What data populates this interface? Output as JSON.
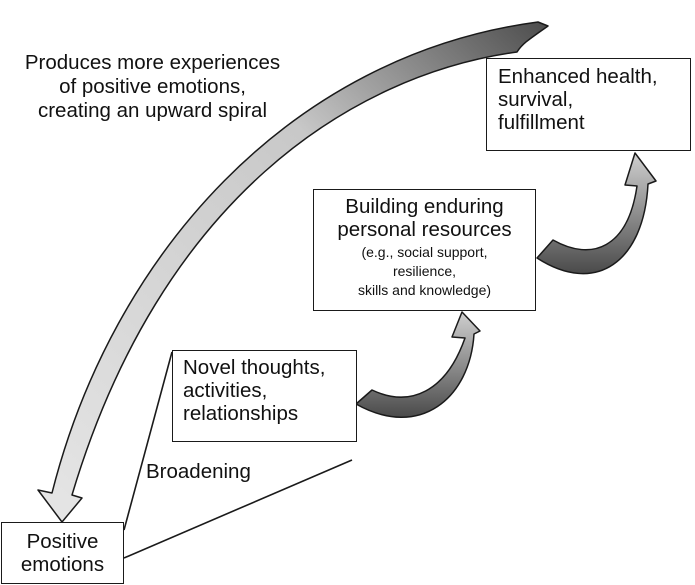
{
  "spiral_caption": {
    "line1": "Produces more experiences",
    "line2": "of positive emotions,",
    "line3": "creating an upward spiral"
  },
  "broadening_label": "Broadening",
  "boxes": {
    "positive_emotions": {
      "line1": "Positive",
      "line2": "emotions"
    },
    "novel_thoughts": {
      "line1": "Novel thoughts,",
      "line2": "activities,",
      "line3": "relationships"
    },
    "building_resources": {
      "line1": "Building enduring",
      "line2": "personal resources",
      "detail1": "(e.g., social support,",
      "detail2": "resilience,",
      "detail3": "skills and knowledge)"
    },
    "enhanced_health": {
      "line1": "Enhanced health,",
      "line2": "survival,",
      "line3": "fulfillment"
    }
  },
  "colors": {
    "arrow_light": "#d4d4d4",
    "arrow_mid": "#a9a9a9",
    "arrow_dark": "#5a5a5a",
    "stroke": "#1a1a1a"
  }
}
